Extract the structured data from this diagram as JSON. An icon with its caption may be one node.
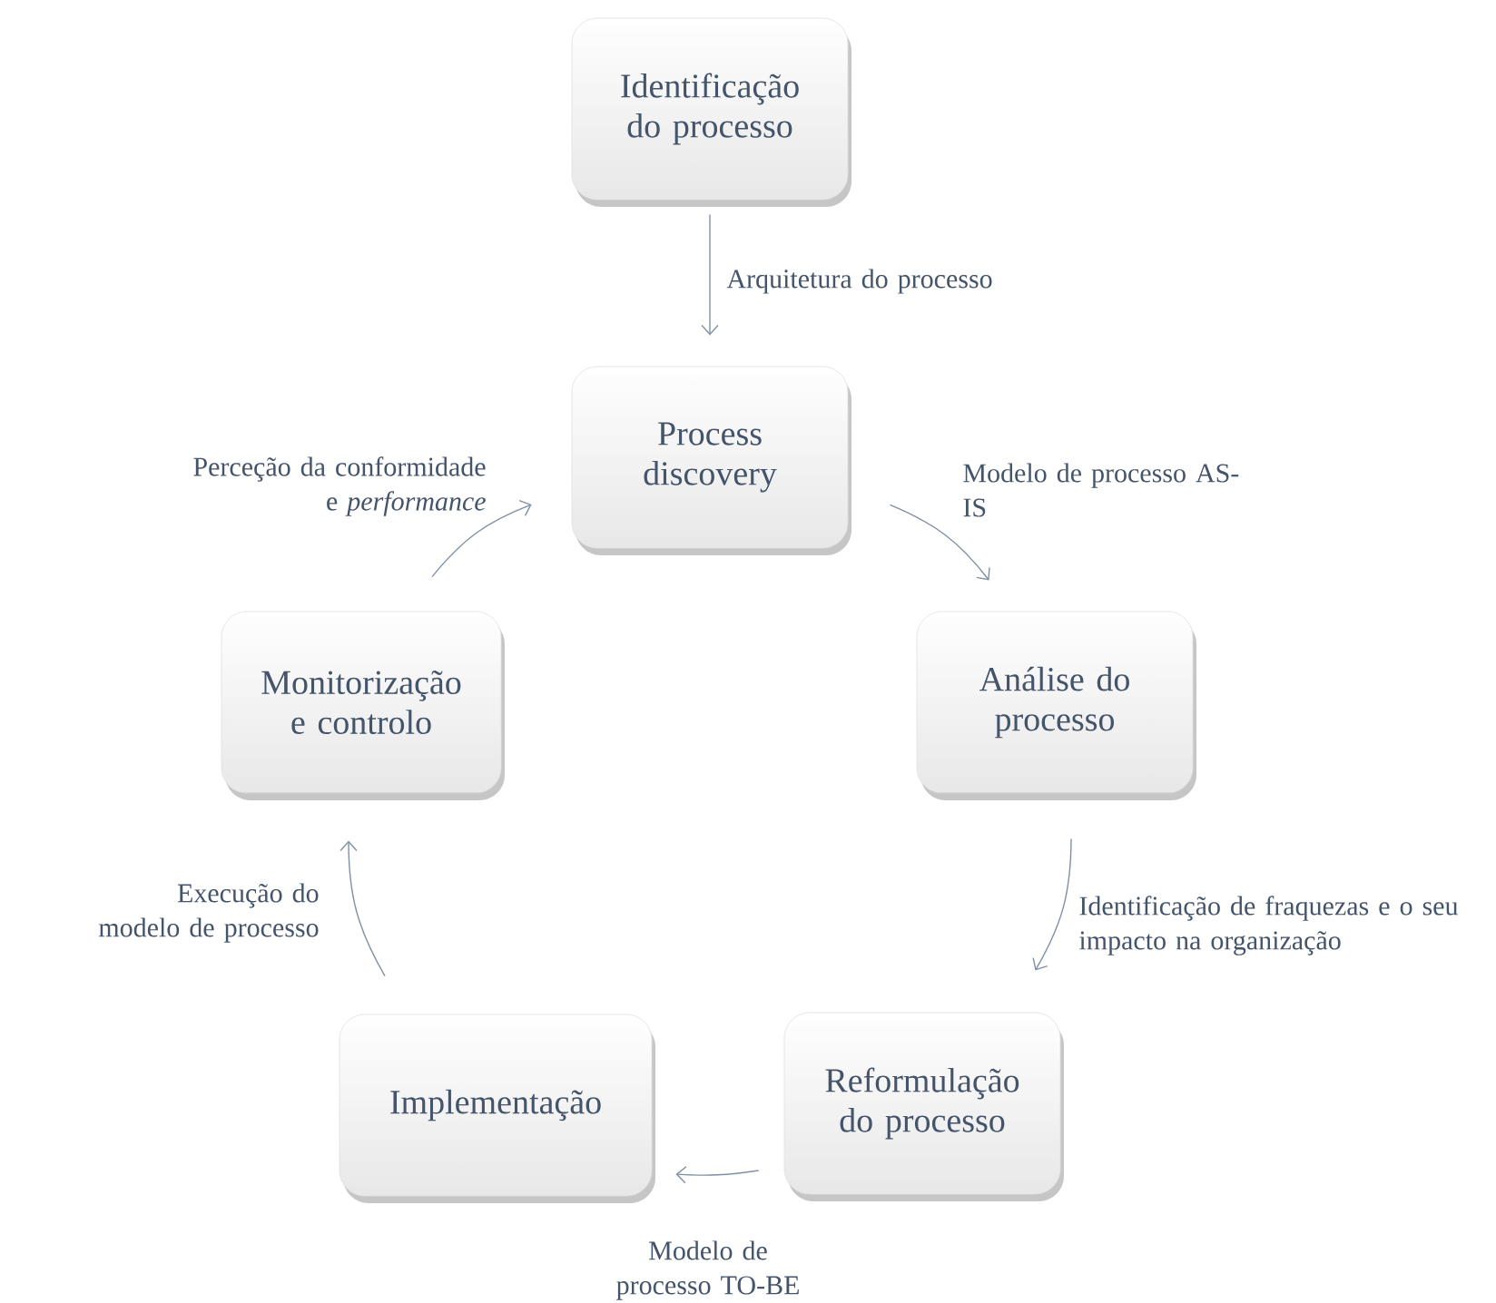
{
  "diagram": {
    "nodes": [
      {
        "text": [
          "Identificação do processo"
        ]
      },
      {
        "text": [
          "Process discovery"
        ]
      },
      {
        "text": [
          "Análise do processo"
        ]
      },
      {
        "text": [
          "Reformulação do processo"
        ]
      },
      {
        "text": [
          "Implementação"
        ]
      },
      {
        "text": [
          "Monitorização e controlo"
        ]
      }
    ],
    "edges": [
      {
        "from": 0,
        "to": 1,
        "arrow": "to",
        "label": "Arquitetura do processo"
      },
      {
        "from": 1,
        "to": 2,
        "arrow": "to",
        "label": "Modelo de processo AS-IS"
      },
      {
        "from": 2,
        "to": 3,
        "arrow": "to",
        "label": "Identificação de fraquezas e o seu impacto na organização"
      },
      {
        "from": 3,
        "to": 4,
        "arrow": "to",
        "label": "Modelo de processo TO-BE"
      },
      {
        "from": 4,
        "to": 5,
        "arrow": "to",
        "label": "Execução do modelo de processo"
      },
      {
        "from": 5,
        "to": 1,
        "arrow": "to",
        "label": "Perceção da conformidade e *performance*"
      }
    ]
  }
}
